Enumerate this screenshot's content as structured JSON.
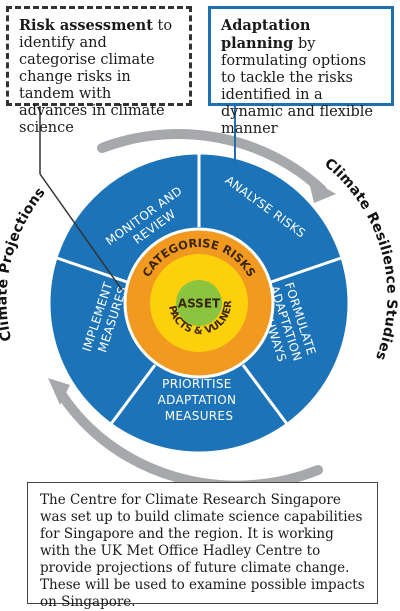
{
  "boxes": {
    "risk": {
      "bold": "Risk assessment",
      "rest": "to identify and categorise climate change risks in tandem with advances in climate science"
    },
    "adapt": {
      "bold": "Adaptation planning",
      "rest": "by formulating options to tackle the risks identified in a dynamic and flexible manner"
    },
    "bottom": "The Centre for Climate Research Singapore was set up to build climate science capabilities for Singapore and the region. It is working with the UK Met Office Hadley Centre to provide projections of future climate change. These will be used to examine possible impacts on Singapore."
  },
  "segments": {
    "monitor": [
      "MONITOR AND",
      "REVIEW"
    ],
    "analyse": [
      "ANALYSE RISKS"
    ],
    "formulate": [
      "FORMULATE",
      "ADAPTATION",
      "PATHWAYS"
    ],
    "prioritise": [
      "PRIORITISE",
      "ADAPTATION",
      "MEASURES"
    ],
    "implement": [
      "IMPLEMENT",
      "MEASURES"
    ]
  },
  "rings": {
    "outer": "CATEGORISE RISKS",
    "inner": "ASSESS IMPACTS & VULNERABILITIES",
    "core": "ASSET"
  },
  "side": {
    "left": "Climate Projections",
    "right": "Climate Resilience Studies"
  },
  "colors": {
    "blue": "#1c73b8",
    "orange": "#f29a1f",
    "yellow": "#fcd00a",
    "green": "#8bc53f",
    "arrow_gray": "#a6a8ab",
    "accent": "#1e70b4"
  }
}
